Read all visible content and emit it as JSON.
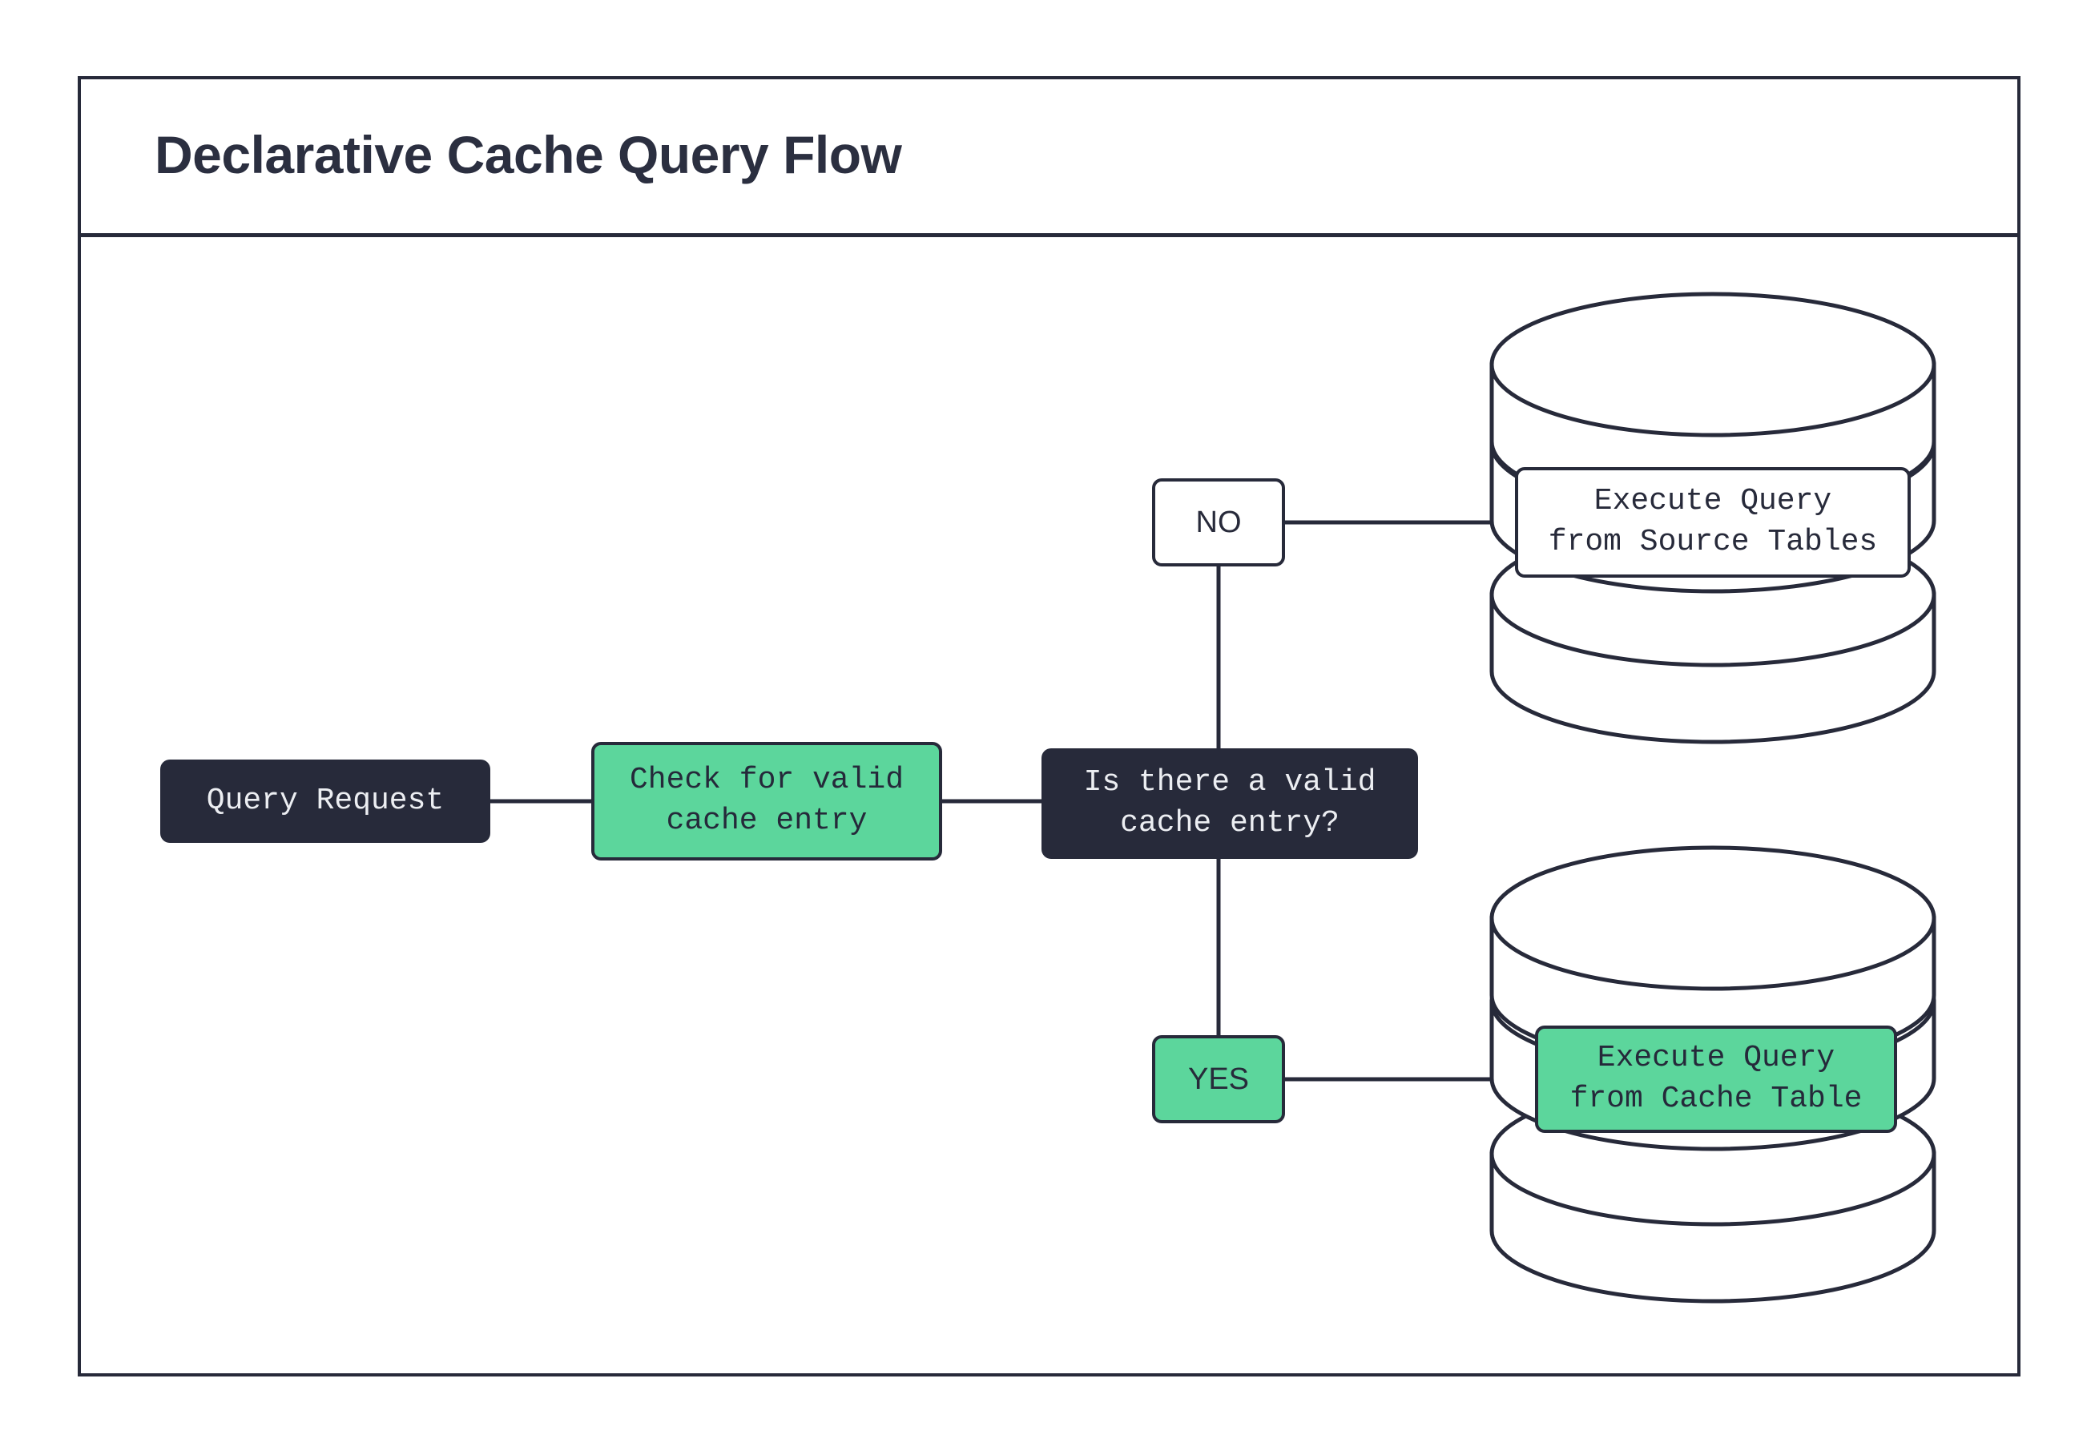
{
  "diagram": {
    "title": "Declarative Cache Query Flow",
    "type": "flowchart",
    "colors": {
      "dark": "#272a3a",
      "green": "#5cd69c",
      "white": "#ffffff",
      "text_light": "#eceef2",
      "frame": "#272a3a"
    },
    "nodes": [
      {
        "id": "query_request",
        "label": "Query Request",
        "shape": "rounded-rect",
        "style": "dark"
      },
      {
        "id": "check_cache",
        "label": "Check for valid\ncache entry",
        "shape": "rounded-rect",
        "style": "green"
      },
      {
        "id": "decision",
        "label": "Is there a valid\ncache entry?",
        "shape": "rounded-rect",
        "style": "dark"
      },
      {
        "id": "exec_source",
        "label": "Execute Query\nfrom Source Tables",
        "shape": "rounded-rect",
        "style": "white",
        "container": "source_database"
      },
      {
        "id": "exec_cache",
        "label": "Execute Query\nfrom Cache Table",
        "shape": "rounded-rect",
        "style": "green",
        "container": "cache_database"
      }
    ],
    "edge_labels": [
      {
        "id": "no",
        "label": "NO",
        "style": "white"
      },
      {
        "id": "yes",
        "label": "YES",
        "style": "green"
      }
    ],
    "containers": [
      {
        "id": "source_database",
        "shape": "cylinder-stack",
        "layers": 3
      },
      {
        "id": "cache_database",
        "shape": "cylinder-stack",
        "layers": 3
      }
    ],
    "edges": [
      {
        "from": "query_request",
        "to": "check_cache"
      },
      {
        "from": "check_cache",
        "to": "decision"
      },
      {
        "from": "decision",
        "to": "no",
        "direction": "up"
      },
      {
        "from": "no",
        "to": "exec_source",
        "direction": "right"
      },
      {
        "from": "decision",
        "to": "yes",
        "direction": "down"
      },
      {
        "from": "yes",
        "to": "exec_cache",
        "direction": "right"
      }
    ]
  }
}
